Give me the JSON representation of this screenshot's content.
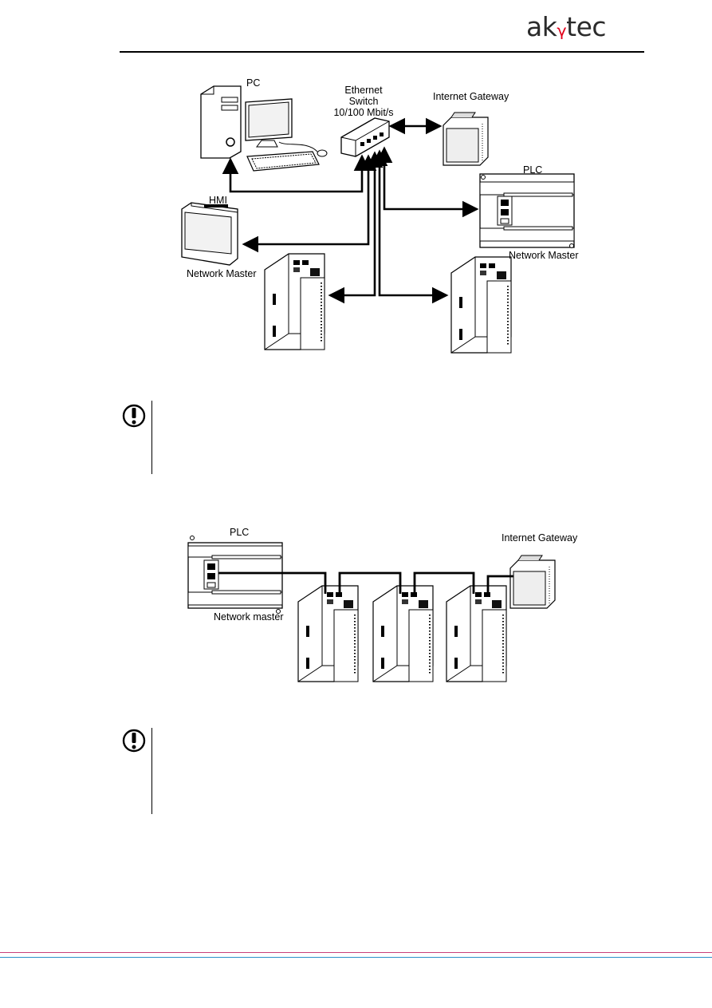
{
  "header": {
    "logo_part1": "ak",
    "logo_part2": "tec"
  },
  "diagram1": {
    "pc": "PC",
    "switch": [
      "Ethernet",
      "Switch",
      "10/100 Mbit/s"
    ],
    "gateway": "Internet Gateway",
    "plc": "PLC",
    "hmi": "HMI",
    "network_master_left": "Network Master",
    "network_master_right": "Network Master"
  },
  "diagram2": {
    "plc": "PLC",
    "gateway": "Internet Gateway",
    "network_master": "Network master"
  },
  "notes": [
    {
      "icon": "exclamation-circle-icon"
    },
    {
      "icon": "exclamation-circle-icon"
    }
  ],
  "colors": {
    "logo_accent": "#e2001a",
    "footer_magenta": "#c8407a",
    "footer_blue": "#2a8fc9"
  }
}
